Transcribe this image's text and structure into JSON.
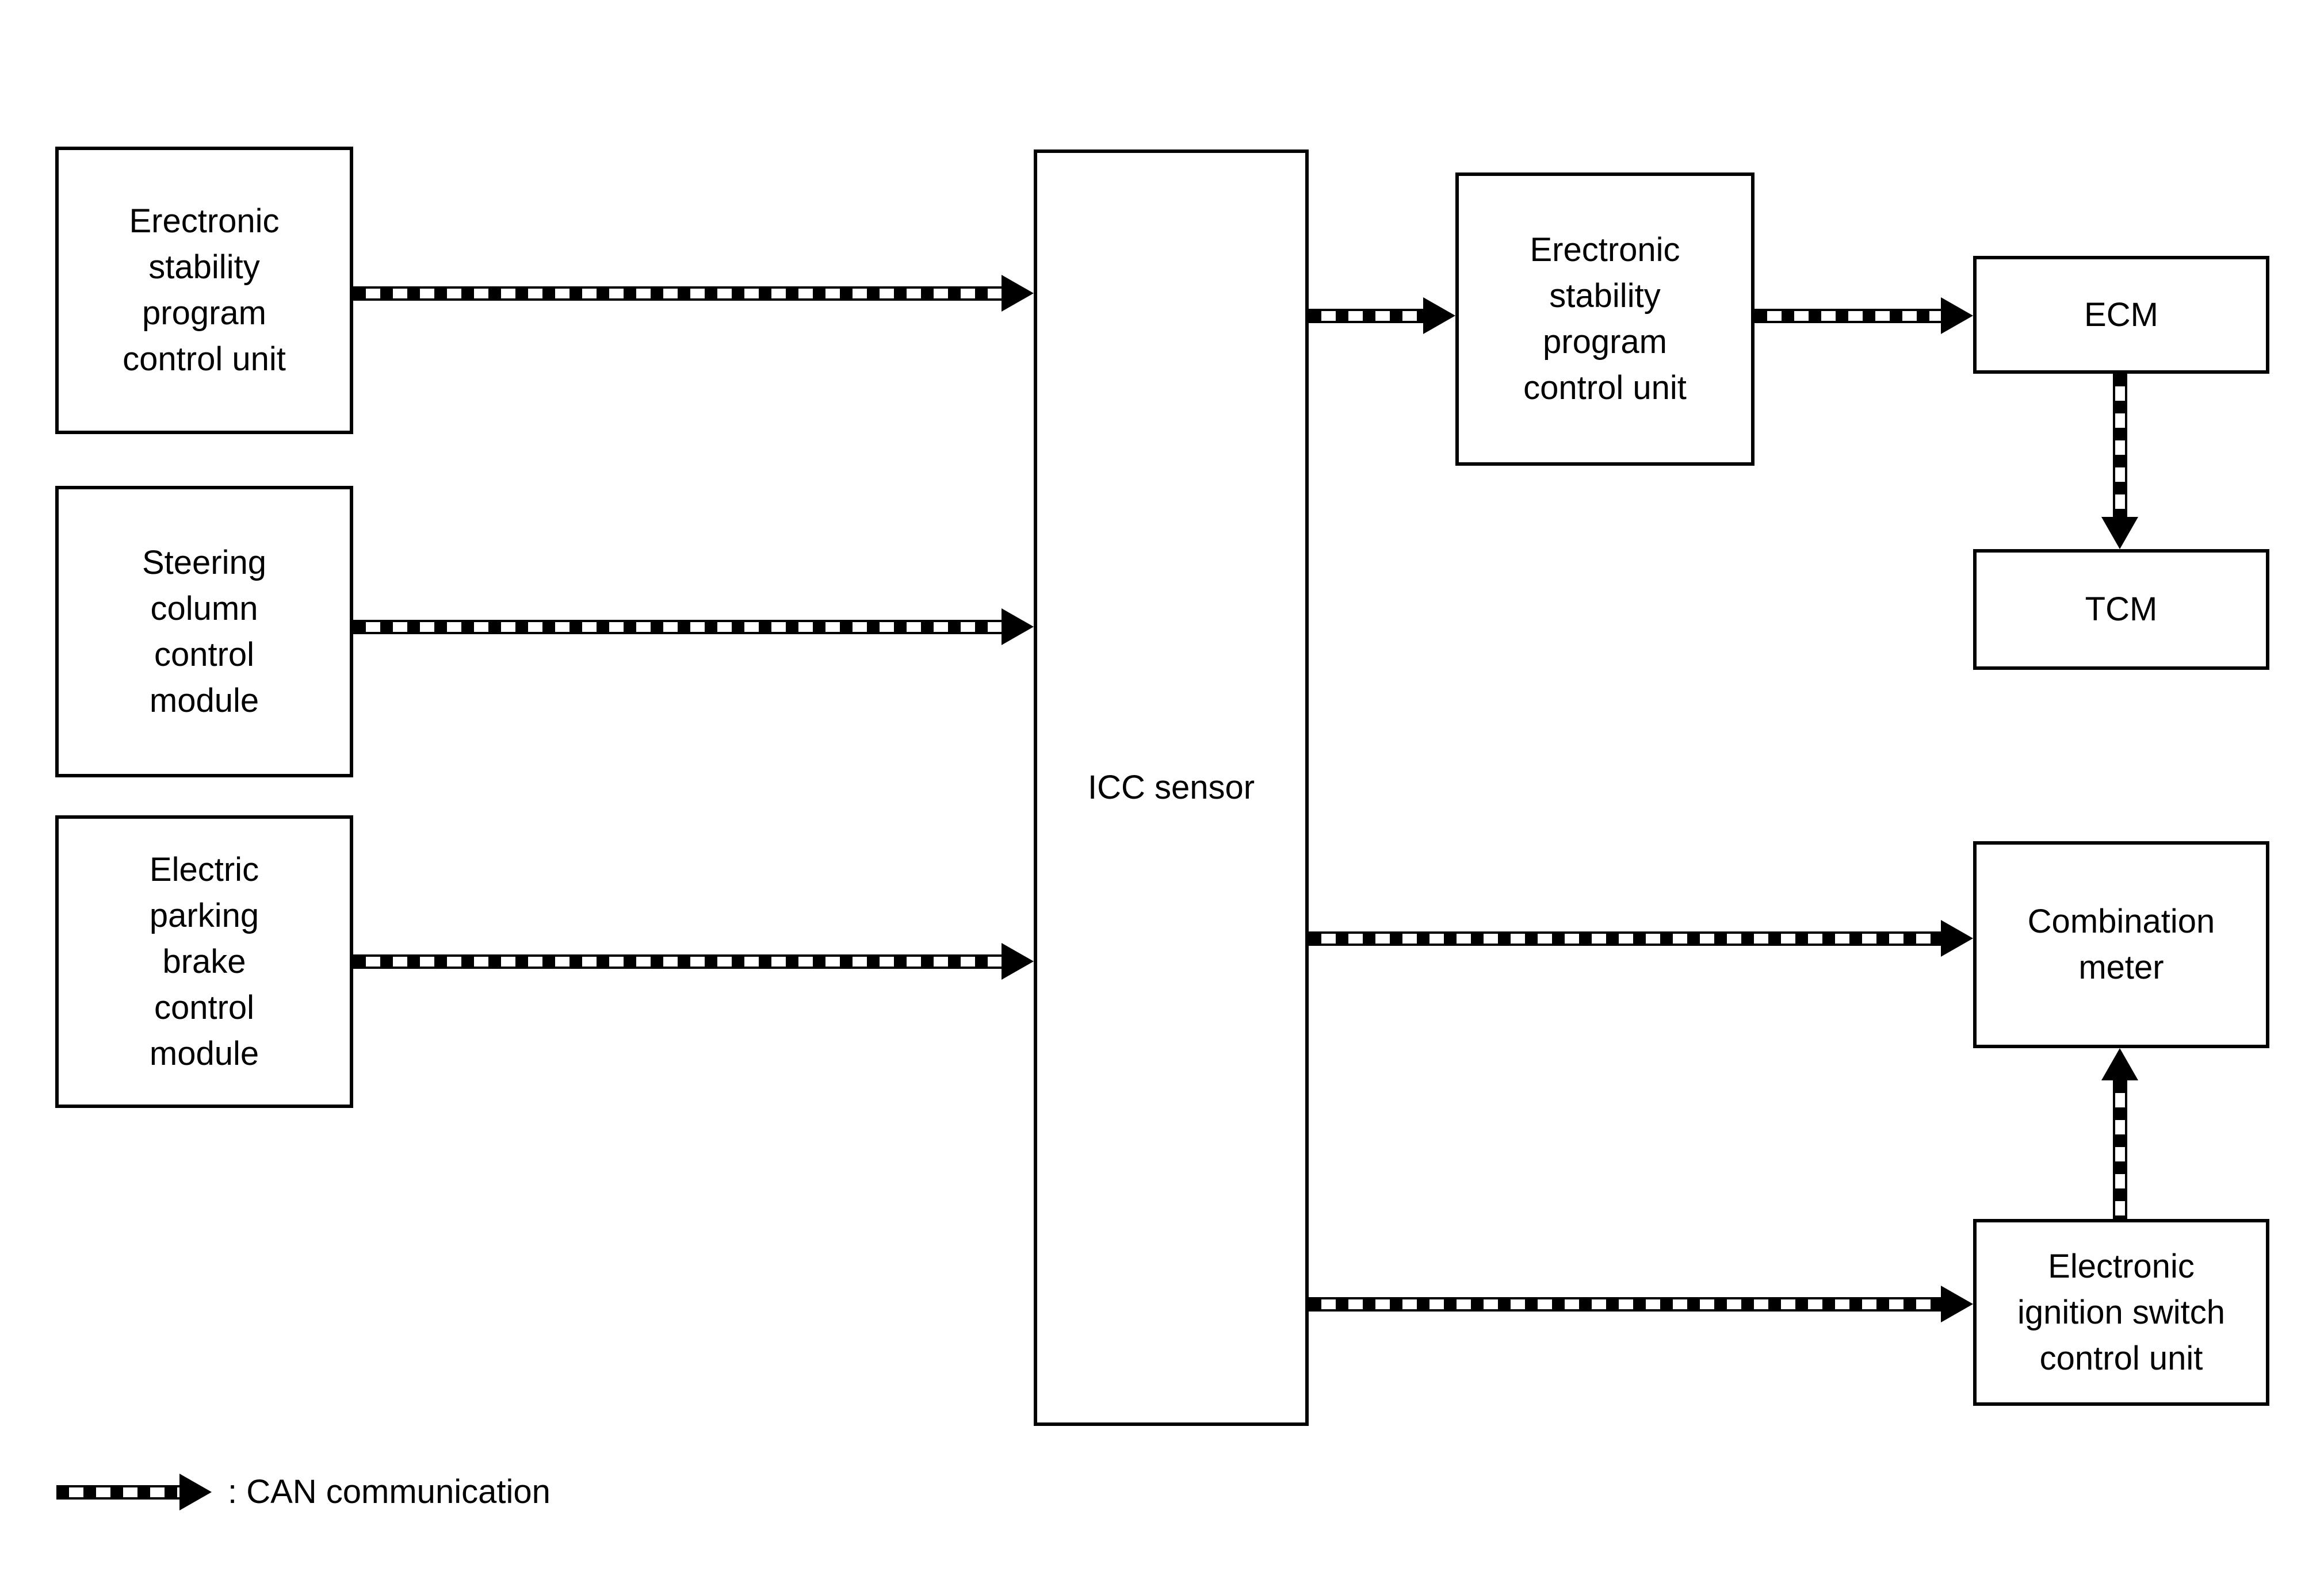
{
  "colors": {
    "background": "#ffffff",
    "line": "#000000"
  },
  "nodes": {
    "esp_left": {
      "lines": [
        "Erectronic",
        "stability",
        "program",
        "control unit"
      ]
    },
    "steering": {
      "lines": [
        "Steering",
        "column",
        "control",
        "module"
      ]
    },
    "parking_brake": {
      "lines": [
        "Electric",
        "parking",
        "brake",
        "control",
        "module"
      ]
    },
    "icc_sensor": {
      "lines": [
        "ICC sensor"
      ]
    },
    "esp_right": {
      "lines": [
        "Erectronic",
        "stability",
        "program",
        "control unit"
      ]
    },
    "ecm": {
      "lines": [
        "ECM"
      ]
    },
    "tcm": {
      "lines": [
        "TCM"
      ]
    },
    "combination_meter": {
      "lines": [
        "Combination",
        "meter"
      ]
    },
    "ignition_switch": {
      "lines": [
        "Electronic",
        "ignition switch",
        "control unit"
      ]
    }
  },
  "connections": [
    {
      "from": "esp_left",
      "to": "icc_sensor",
      "type": "CAN communication",
      "direction": "right"
    },
    {
      "from": "steering",
      "to": "icc_sensor",
      "type": "CAN communication",
      "direction": "right"
    },
    {
      "from": "parking_brake",
      "to": "icc_sensor",
      "type": "CAN communication",
      "direction": "right"
    },
    {
      "from": "icc_sensor",
      "to": "esp_right",
      "type": "CAN communication",
      "direction": "right"
    },
    {
      "from": "esp_right",
      "to": "ecm",
      "type": "CAN communication",
      "direction": "right"
    },
    {
      "from": "ecm",
      "to": "tcm",
      "type": "CAN communication",
      "direction": "down"
    },
    {
      "from": "icc_sensor",
      "to": "combination_meter",
      "type": "CAN communication",
      "direction": "right"
    },
    {
      "from": "icc_sensor",
      "to": "ignition_switch",
      "type": "CAN communication",
      "direction": "right"
    },
    {
      "from": "ignition_switch",
      "to": "combination_meter",
      "type": "CAN communication",
      "direction": "up"
    }
  ],
  "legend": {
    "text": ": CAN communication",
    "symbol": "can-dashed-arrow"
  }
}
